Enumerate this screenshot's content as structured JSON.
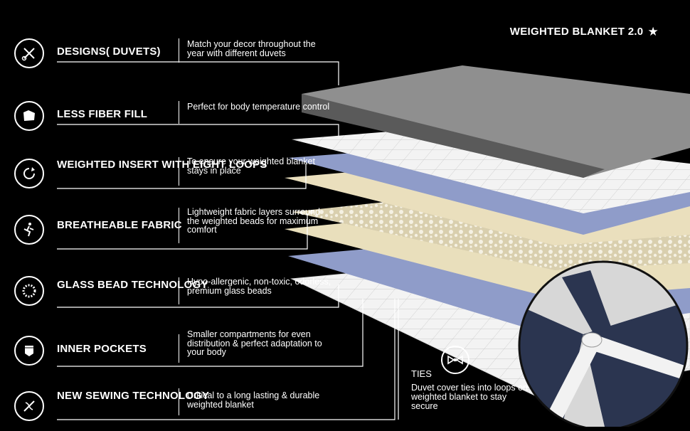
{
  "header": {
    "title": "WEIGHTED BLANKET 2.0",
    "star_icon": "star-icon"
  },
  "features": [
    {
      "label": "DESIGNS( DUVETS)",
      "desc": "Match your decor throughout the year with different duvets",
      "icon": "scissors-pencil-icon"
    },
    {
      "label": "LESS FIBER FILL",
      "desc": "Perfect for body temperature control",
      "icon": "fabric-icon"
    },
    {
      "label": "WEIGHTED INSERT WITH EIGHT LOOPS",
      "desc": "To ensure your weighted blanket stays in place",
      "icon": "loop-icon"
    },
    {
      "label": "BREATHEABLE FABRIC",
      "desc": "Lightweight fabric layers surround the weighted beads for maximum comfort",
      "icon": "airflow-icon"
    },
    {
      "label": "GLASS BEAD TECHNOLOGY",
      "desc": "Hypo-allergenic, non-toxic, odorless, premium glass beads",
      "icon": "bead-ring-icon"
    },
    {
      "label": "INNER POCKETS",
      "desc": "Smaller compartments for even distribution & perfect adaptation to your body",
      "icon": "pocket-icon"
    },
    {
      "label": "NEW SEWING TECHNOLOGY",
      "desc": "Critical to a long lasting & durable weighted blanket",
      "icon": "needle-thread-icon"
    }
  ],
  "ties": {
    "title": "TIES",
    "desc": "Duvet cover ties into loops on weighted blanket to stay secure",
    "icon": "bow-tie-icon"
  },
  "colors": {
    "background": "#000000",
    "gray_cover": "#8c8c8c",
    "blue_layer": "#8f9cc9",
    "cream_layer": "#e7dcb8",
    "white_layer": "#f4f4f4",
    "navy": "#2b3550"
  }
}
